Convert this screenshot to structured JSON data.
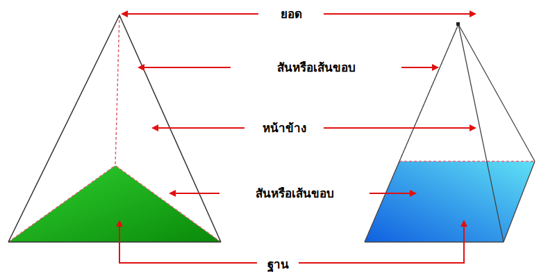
{
  "diagram": {
    "labels": [
      "ยอด",
      "สันหรือเส้นขอบ",
      "หน้าข้าง",
      "สันหรือเส้นขอบ",
      "ฐาน"
    ]
  }
}
